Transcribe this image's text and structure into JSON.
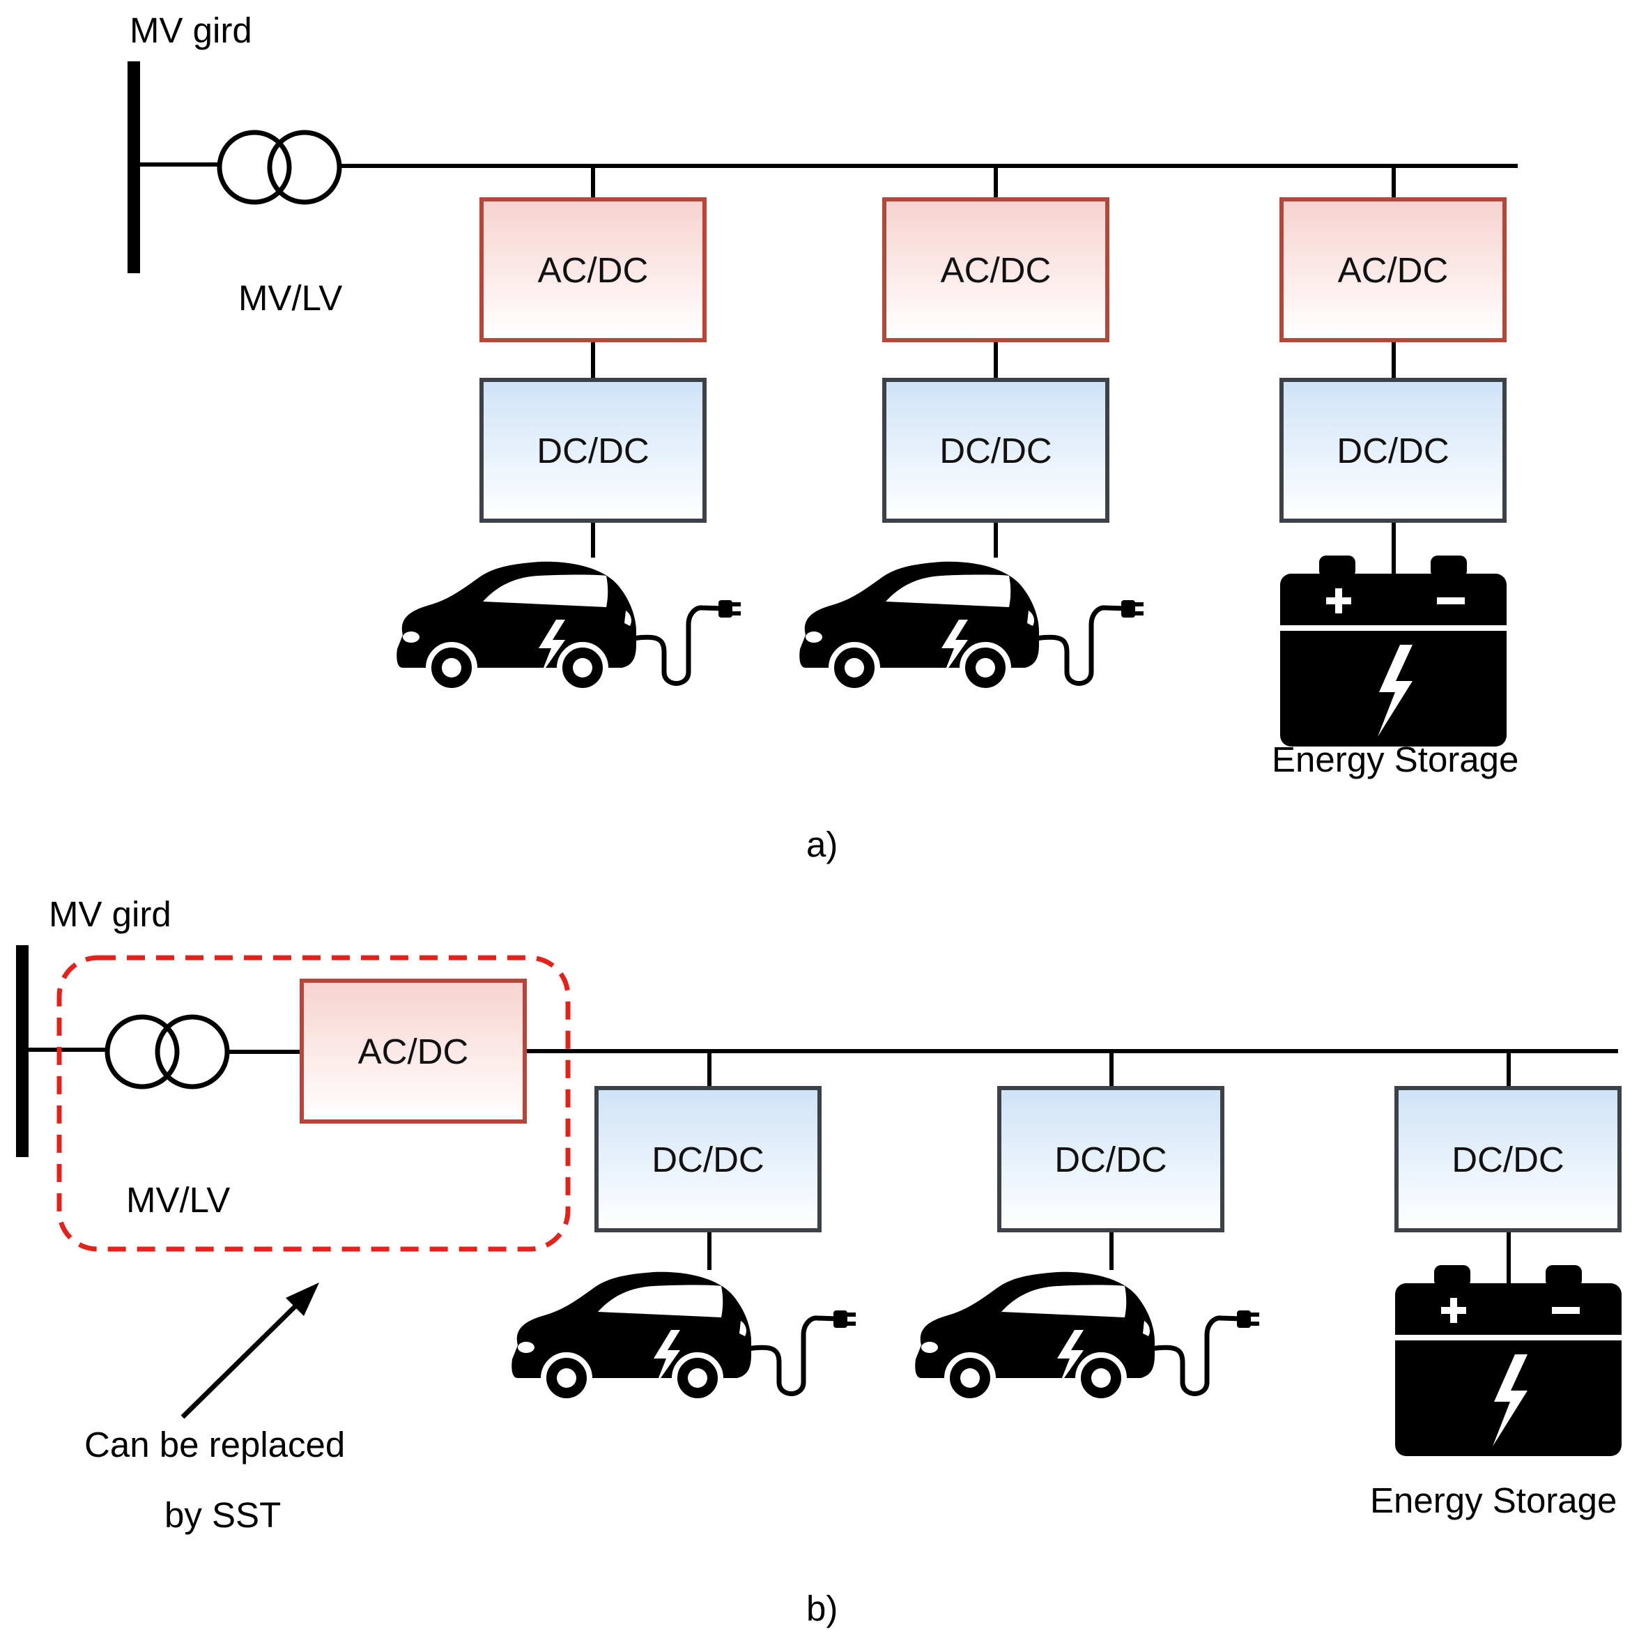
{
  "panel_a": {
    "grid_label": "MV gird",
    "transformer_label": "MV/LV",
    "ac_dc_labels": [
      "AC/DC",
      "AC/DC",
      "AC/DC"
    ],
    "dc_dc_labels": [
      "DC/DC",
      "DC/DC",
      "DC/DC"
    ],
    "storage_label": "Energy Storage",
    "caption": "a)"
  },
  "panel_b": {
    "grid_label": "MV gird",
    "transformer_label": "MV/LV",
    "ac_dc_label": "AC/DC",
    "dc_dc_labels": [
      "DC/DC",
      "DC/DC",
      "DC/DC"
    ],
    "storage_label": "Energy Storage",
    "annotation_line1": "Can be replaced",
    "annotation_line2": "by SST",
    "caption": "b)"
  },
  "colors": {
    "ac_dc_border": "#b5473a",
    "ac_dc_fill": "#f7d3d0",
    "dc_dc_border": "#3c4247",
    "dc_dc_fill": "#cfe3f7",
    "sst_highlight": "#e3221b"
  },
  "icons": [
    "electric-car-icon",
    "battery-icon",
    "transformer-icon",
    "arrow-icon"
  ]
}
